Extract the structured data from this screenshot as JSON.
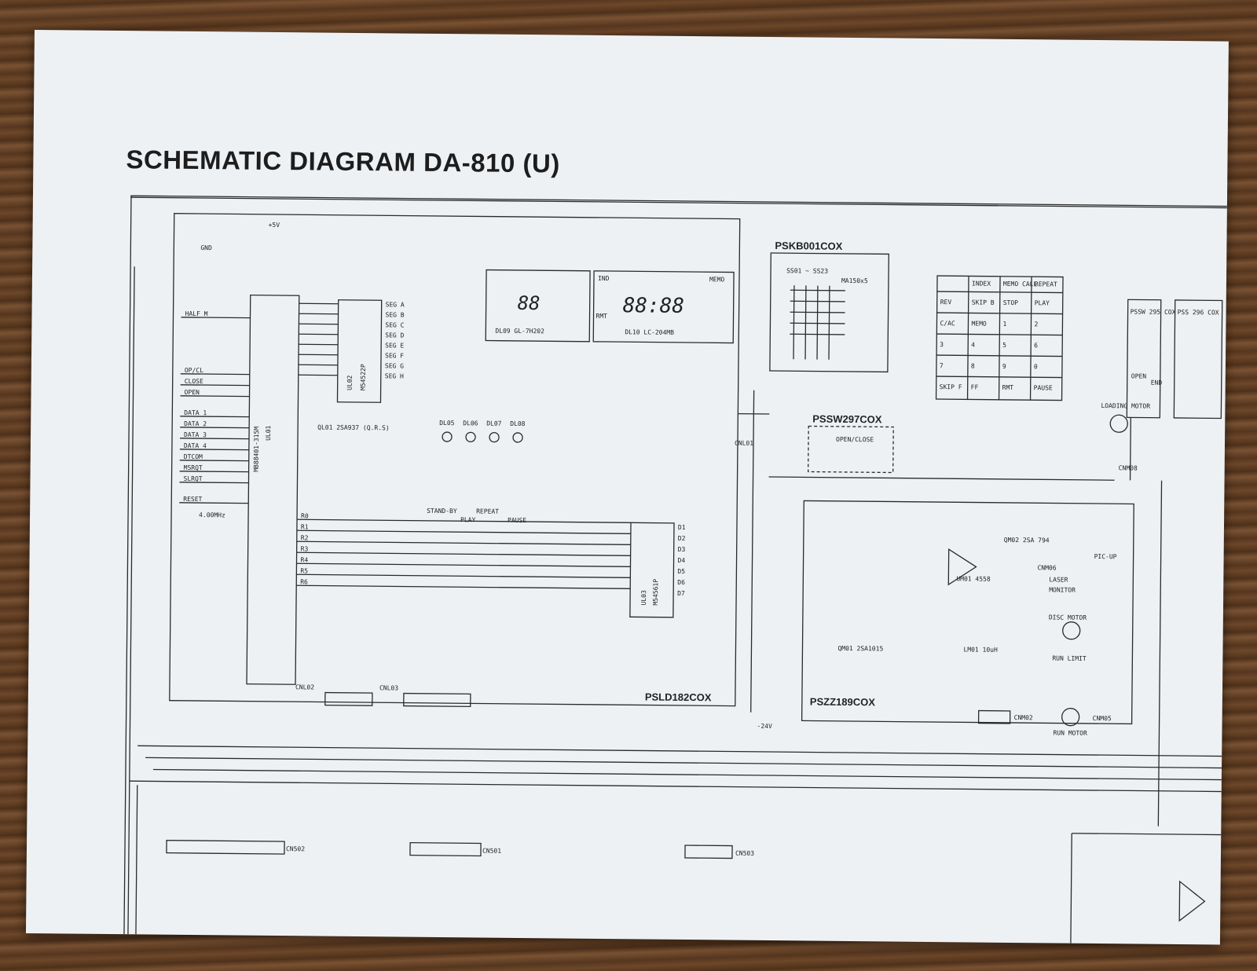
{
  "title": "SCHEMATIC DIAGRAM DA-810 (U)",
  "boards": {
    "pskb": "PSKB001COX",
    "pssw297": "PSSW297COX",
    "pssw297_sub": "OPEN/CLOSE",
    "psld": "PSLD182COX",
    "pszz": "PSZZ189COX",
    "pssw295": "PSSW 295 COX",
    "pssw296": "PSS 296 COX"
  },
  "ics": {
    "ul01": "MB88401-315M",
    "ul01_ref": "UL01",
    "ul02": "M54522P",
    "ul02_ref": "UL02",
    "ul03": "M54561P",
    "ul03_ref": "UL03",
    "dl09": "DL09 GL-7H202",
    "dl10": "DL10 LC-204MB",
    "um01": "UM01 4558",
    "ql01": "QL01 2SA937 (Q.R.S)",
    "qm01": "QM01 2SA1015",
    "qm02": "QM02 2SA 794"
  },
  "displays": {
    "dl09_digits": "88",
    "dl10_digits": "88:88",
    "ind": "IND",
    "memo": "MEMO",
    "rmt": "RMT"
  },
  "ul01_pins_left": [
    "HALF M",
    "OP/CL",
    "CLOSE",
    "OPEN",
    "DATA 1",
    "DATA 2",
    "DATA 3",
    "DATA 4",
    "DTCOM",
    "MSRQT",
    "SLRQT",
    "RESET"
  ],
  "ul01_pins_right": [
    "R0",
    "R1",
    "R2",
    "R3",
    "R4",
    "R5",
    "R6"
  ],
  "ul02_pins": [
    "SEG A",
    "SEG B",
    "SEG C",
    "SEG D",
    "SEG E",
    "SEG F",
    "SEG G",
    "SEG H"
  ],
  "ul03_pins": [
    "D1",
    "D2",
    "D3",
    "D4",
    "D5",
    "D6",
    "D7"
  ],
  "key_matrix": {
    "headers": [
      "",
      "INDEX",
      "MEMO CALL",
      "REPEAT"
    ],
    "rows": [
      [
        "REV",
        "SKIP B",
        "STOP",
        "PLAY"
      ],
      [
        "C/AC",
        "MEMO",
        "1",
        "2"
      ],
      [
        "3",
        "4",
        "5",
        "6"
      ],
      [
        "7",
        "8",
        "9",
        "0"
      ],
      [
        "SKIP F",
        "FF",
        "RMT",
        "PAUSE"
      ]
    ]
  },
  "leds": {
    "labels": [
      "DL05",
      "DL06",
      "DL07",
      "DL08"
    ],
    "functions": [
      "STAND-BY",
      "REPEAT",
      "PLAY",
      "PAUSE"
    ]
  },
  "misc": {
    "plus5v": "+5V",
    "gnd": "GND",
    "crystal": "4.00MHz",
    "loading_motor": "LOADING MOTOR",
    "disc_motor": "DISC MOTOR",
    "run_limit": "RUN LIMIT",
    "run_motor": "RUN MOTOR",
    "laser": "LASER",
    "monitor": "MONITOR",
    "pic_up": "PIC-UP",
    "minus24v": "-24V",
    "switches": "SS01 ~ SS23",
    "ma150": "MA150x5",
    "open": "OPEN",
    "end": "END",
    "cn502": "CN502",
    "cn501": "CN501",
    "cn503": "CN503",
    "cnl02": "CNL02",
    "cnl03": "CNL03",
    "cnm02": "CNM02",
    "cnm05": "CNM05",
    "cnm06": "CNM06",
    "cnm08": "CNM08",
    "cnl01": "CNL01",
    "lm01": "LM01 10uH"
  }
}
